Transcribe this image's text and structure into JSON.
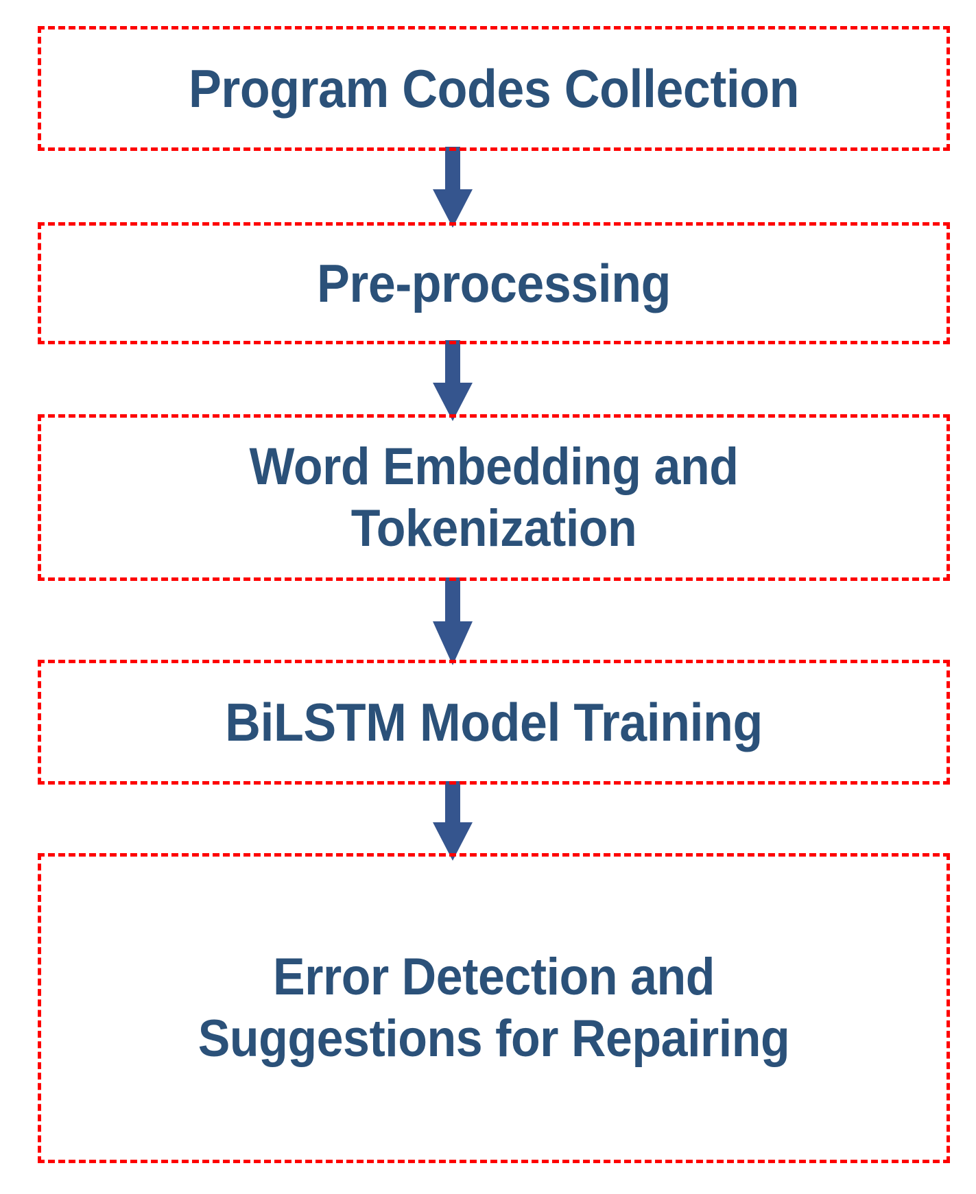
{
  "diagram": {
    "title": "BiLSTM program code error detection and repair pipeline",
    "type": "flowchart",
    "orientation": "vertical top-to-bottom",
    "colors": {
      "node_border": "#FE0000",
      "node_border_style": "dashed",
      "node_fill": "#FFFFFF",
      "label_text": "#2B5179",
      "arrow": "#35558E",
      "background": "#FFFFFF"
    },
    "nodes": [
      {
        "id": "program-codes-collection",
        "label": "Program Codes Collection"
      },
      {
        "id": "pre-processing",
        "label": "Pre-processing"
      },
      {
        "id": "word-embedding-and-tokenization",
        "label": "Word Embedding and\nTokenization"
      },
      {
        "id": "bilstm-model-training",
        "label": "BiLSTM Model Training"
      },
      {
        "id": "error-detection-and-suggestions-for-repairing",
        "label": "Error Detection and\nSuggestions for Repairing"
      }
    ],
    "edges": [
      {
        "id": "edge-1",
        "from": "program-codes-collection",
        "to": "pre-processing",
        "style": "solid-arrow-down",
        "label": ""
      },
      {
        "id": "edge-2",
        "from": "pre-processing",
        "to": "word-embedding-and-tokenization",
        "style": "solid-arrow-down",
        "label": ""
      },
      {
        "id": "edge-3",
        "from": "word-embedding-and-tokenization",
        "to": "bilstm-model-training",
        "style": "solid-arrow-down",
        "label": ""
      },
      {
        "id": "edge-4",
        "from": "bilstm-model-training",
        "to": "error-detection-and-suggestions-for-repairing",
        "style": "solid-arrow-down",
        "label": ""
      }
    ]
  }
}
